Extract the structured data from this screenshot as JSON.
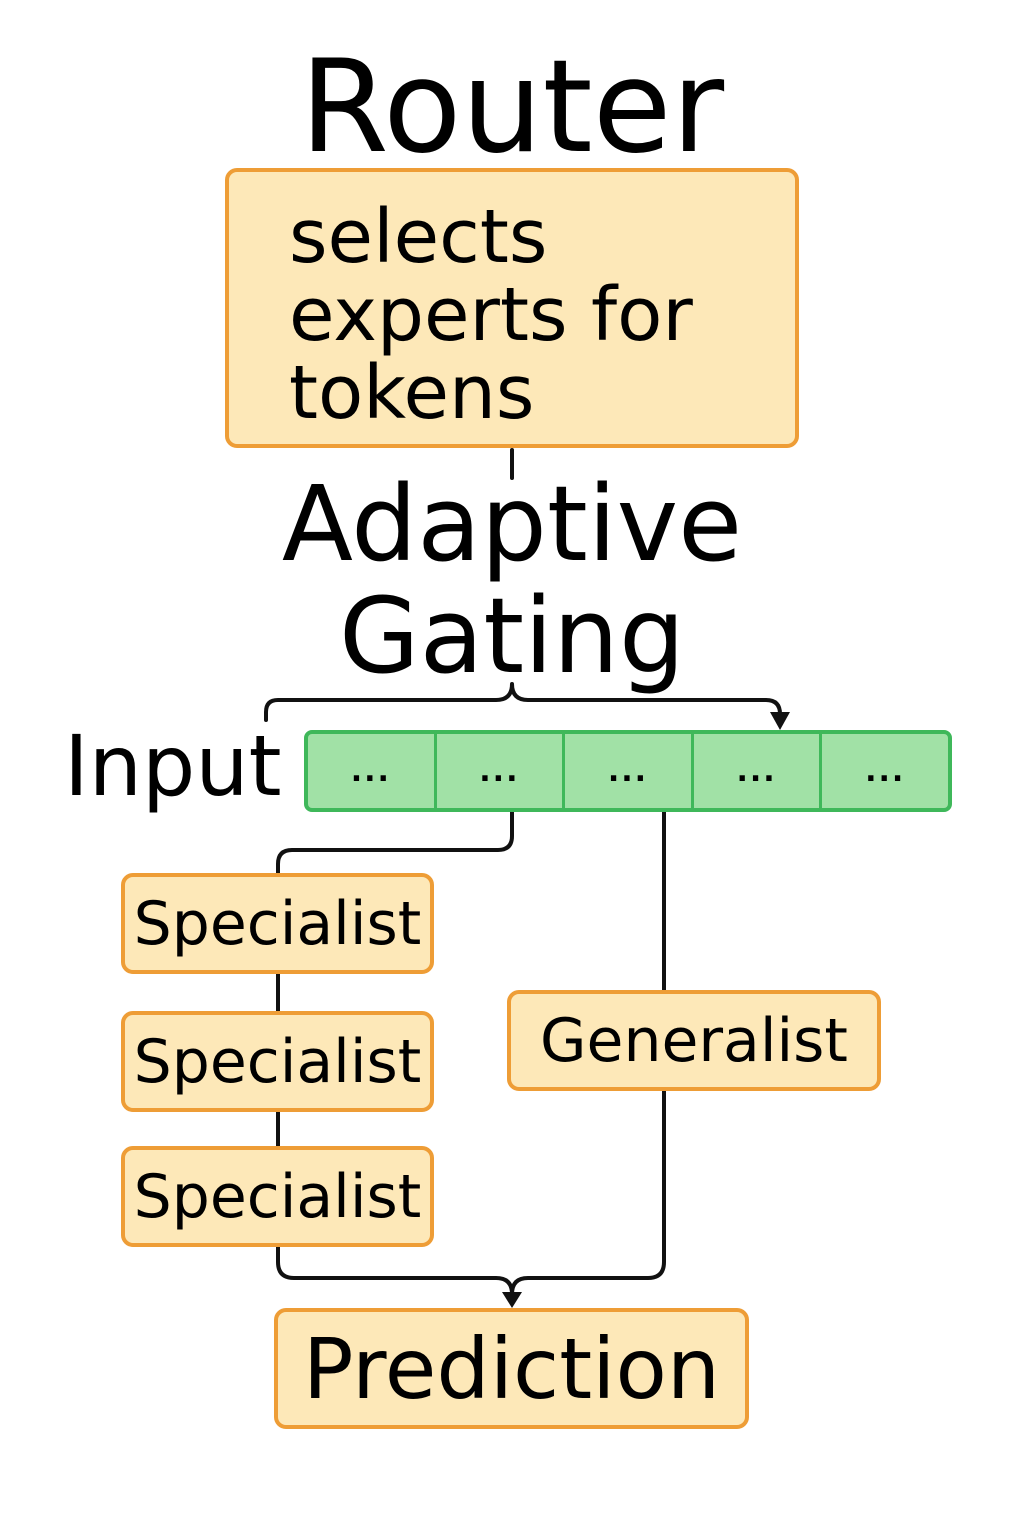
{
  "router": {
    "title": "Router",
    "description": "selects\nexperts for\ntokens"
  },
  "gating": {
    "title": "Adaptive\nGating"
  },
  "input": {
    "label": "Input",
    "tokens": [
      "...",
      "...",
      "...",
      "...",
      "..."
    ]
  },
  "experts": {
    "specialists": [
      "Specialist",
      "Specialist",
      "Specialist"
    ],
    "generalist": "Generalist"
  },
  "output": {
    "label": "Prediction"
  },
  "colors": {
    "box_fill": "#fde8b8",
    "box_border": "#ee9d36",
    "token_fill": "#a1e1a6",
    "token_border": "#3fb85a",
    "line": "#111111"
  }
}
